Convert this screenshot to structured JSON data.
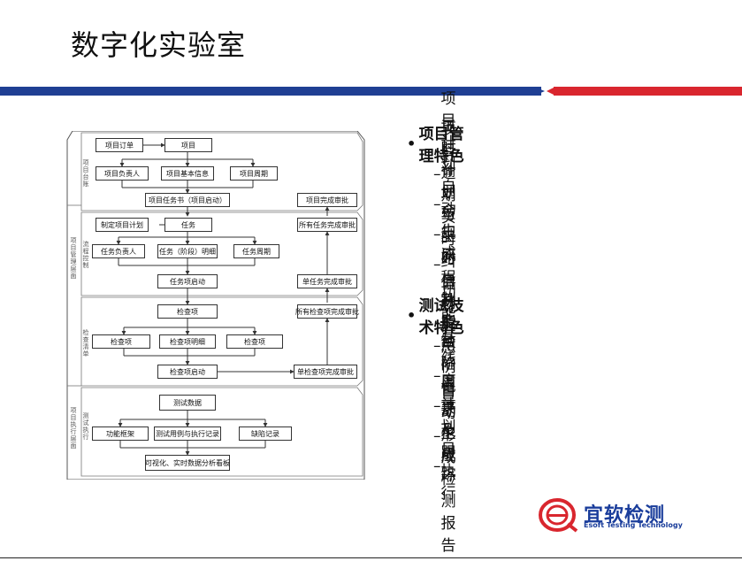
{
  "slide": {
    "title": "数字化实验室"
  },
  "colors": {
    "stripe_blue": "#1f3f93",
    "stripe_red": "#d9262e",
    "logo_blue": "#1a3d9b",
    "logo_red": "#d9262e"
  },
  "flowchart": {
    "section_labels": {
      "s1_inner": "项目台账",
      "s2_outer": "项目管理层面",
      "s2_inner": "流程控制",
      "s3_inner": "检查清单",
      "s4_outer": "项目执行层面",
      "s4_inner": "测试执行"
    },
    "nodes": {
      "project_order": "项目订单",
      "project": "项目",
      "project_owner": "项目负责人",
      "project_basic_info": "项目基本信息",
      "project_cycle": "项目周期",
      "project_task_book": "项目任务书（项目启动）",
      "project_complete_approval": "项目完成审批",
      "make_project_plan": "制定项目计划",
      "task": "任务",
      "all_tasks_complete_approval": "所有任务完成审批",
      "task_owner": "任务负责人",
      "task_stage_detail": "任务（阶段）明细",
      "task_cycle": "任务周期",
      "task_item_start": "任务项启动",
      "single_task_complete_approval": "单任务完成审批",
      "check_item": "检查项",
      "all_checks_complete_approval": "所有检查项完成审批",
      "check_item_left": "检查项",
      "check_item_detail": "检查项明细",
      "check_item_right": "检查项",
      "check_item_start": "检查项启动",
      "single_check_complete_approval": "单检查项完成审批",
      "test_data": "测试数据",
      "function_framework": "功能框架",
      "test_case_execution": "测试用例与执行记录",
      "defect_record": "缺陷记录",
      "visual_dashboard": "可视化、实时数据分析看板"
    }
  },
  "features": [
    {
      "heading": "项目管理特色",
      "items": [
        "项目计划自动生成",
        "项目逾期实时纠偏",
        "工时计划与工时自动汇总",
        "合规流程制定"
      ]
    },
    {
      "heading": "测试技术特色",
      "items": [
        "功能基线度量",
        "功能用例自动生成",
        "缺陷记录及跟踪",
        "周计划日执行",
        "自动形成检测报告"
      ]
    }
  ],
  "bullet_symbol": "•",
  "dash_symbol": "–",
  "logo": {
    "text_cn": "宜软检测",
    "text_en": "Esoft Testing Technology",
    "icon": "e-logo-icon"
  }
}
